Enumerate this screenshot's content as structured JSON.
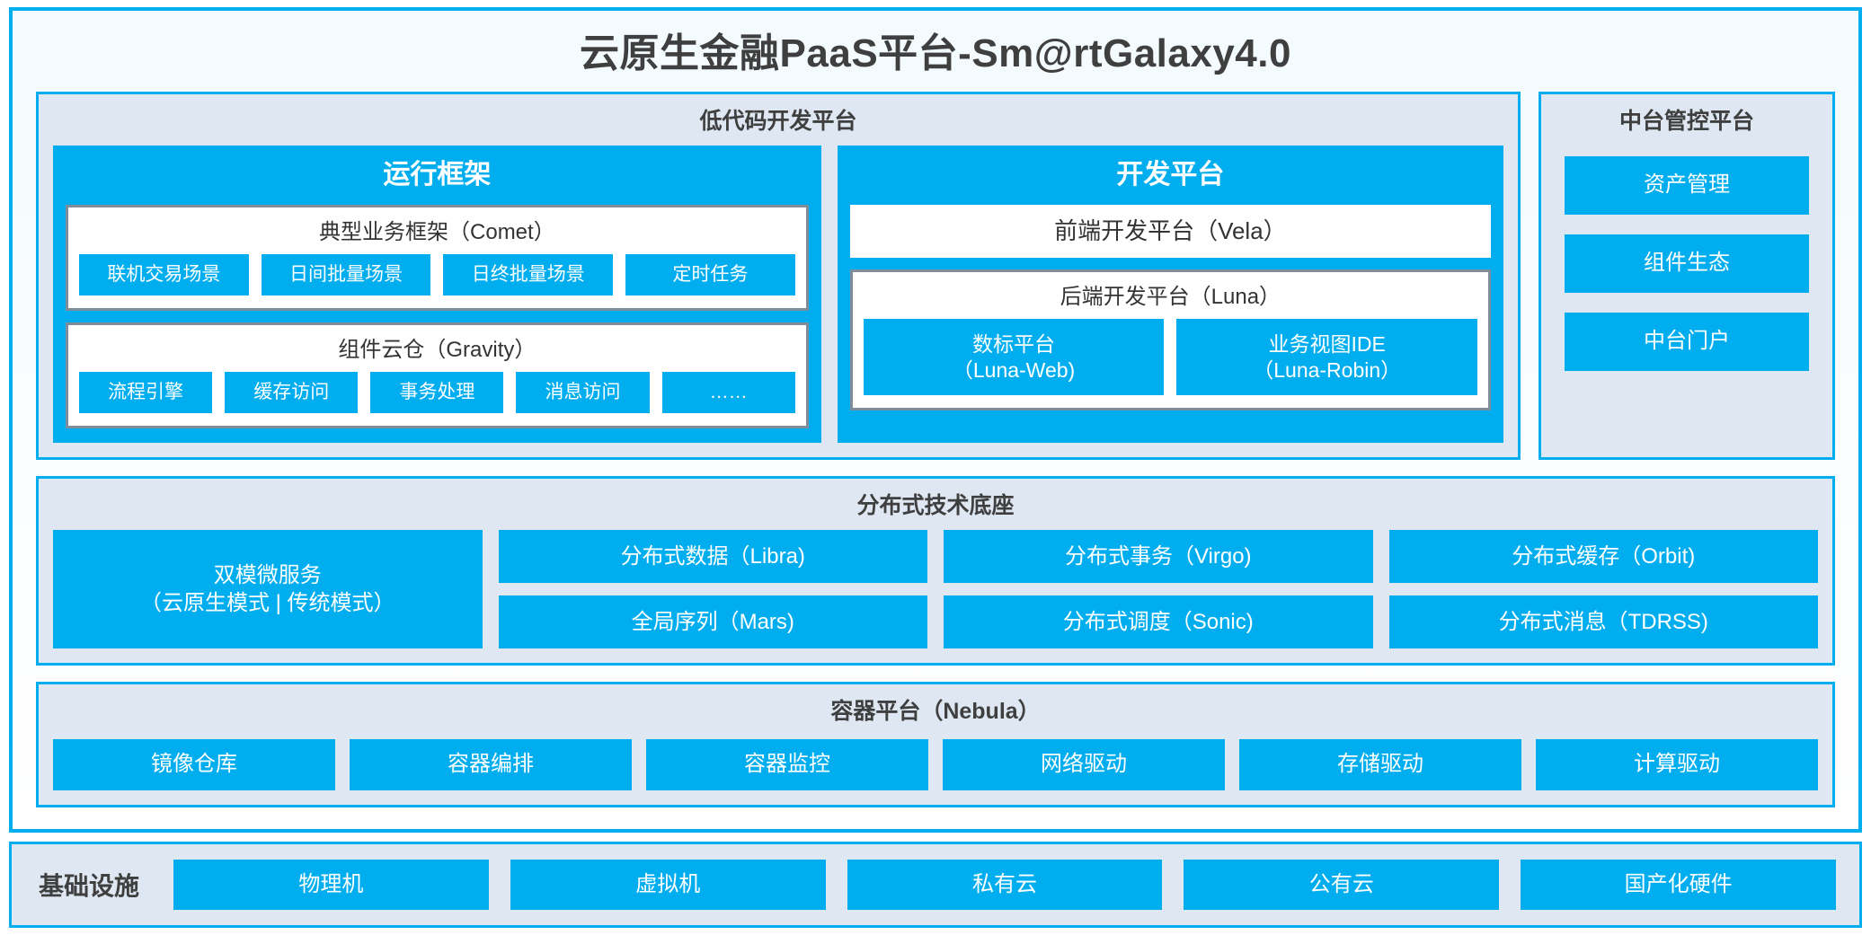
{
  "title": "云原生金融PaaS平台-Sm@rtGalaxy4.0",
  "colors": {
    "accent_blue": "#00AEEF",
    "panel_bg": "#DEE7F2",
    "group_border_gray": "#7F8C99",
    "text_dark": "#3F3F3F"
  },
  "lowcode": {
    "title": "低代码开发平台",
    "runtime": {
      "title": "运行框架",
      "comet": {
        "title": "典型业务框架（Comet）",
        "items": [
          {
            "label": "联机交易场景"
          },
          {
            "label": "日间批量场景"
          },
          {
            "label": "日终批量场景"
          },
          {
            "label": "定时任务"
          }
        ]
      },
      "gravity": {
        "title": "组件云仓（Gravity）",
        "items": [
          {
            "label": "流程引擎"
          },
          {
            "label": "缓存访问"
          },
          {
            "label": "事务处理"
          },
          {
            "label": "消息访问"
          },
          {
            "label": "……"
          }
        ]
      }
    },
    "devplatform": {
      "title": "开发平台",
      "frontend": {
        "label": "前端开发平台（Vela）"
      },
      "backend": {
        "title": "后端开发平台（Luna）",
        "items": [
          {
            "line1": "数标平台",
            "line2": "（Luna-Web)"
          },
          {
            "line1": "业务视图IDE",
            "line2": "（Luna-Robin）"
          }
        ]
      }
    }
  },
  "management": {
    "title": "中台管控平台",
    "items": [
      {
        "label": "资产管理"
      },
      {
        "label": "组件生态"
      },
      {
        "label": "中台门户"
      }
    ]
  },
  "techbase": {
    "title": "分布式技术底座",
    "wide_cell": {
      "line1": "双模微服务",
      "line2": "（云原生模式 | 传统模式）"
    },
    "columns": [
      {
        "cells": [
          {
            "label": "分布式数据（Libra)"
          },
          {
            "label": "全局序列（Mars)"
          }
        ]
      },
      {
        "cells": [
          {
            "label": "分布式事务（Virgo)"
          },
          {
            "label": "分布式调度（Sonic)"
          }
        ]
      },
      {
        "cells": [
          {
            "label": "分布式缓存（Orbit)"
          },
          {
            "label": "分布式消息（TDRSS)"
          }
        ]
      }
    ]
  },
  "container": {
    "title": "容器平台（Nebula）",
    "items": [
      {
        "label": "镜像仓库"
      },
      {
        "label": "容器编排"
      },
      {
        "label": "容器监控"
      },
      {
        "label": "网络驱动"
      },
      {
        "label": "存储驱动"
      },
      {
        "label": "计算驱动"
      }
    ]
  },
  "infrastructure": {
    "label": "基础设施",
    "items": [
      {
        "label": "物理机"
      },
      {
        "label": "虚拟机"
      },
      {
        "label": "私有云"
      },
      {
        "label": "公有云"
      },
      {
        "label": "国产化硬件"
      }
    ]
  }
}
